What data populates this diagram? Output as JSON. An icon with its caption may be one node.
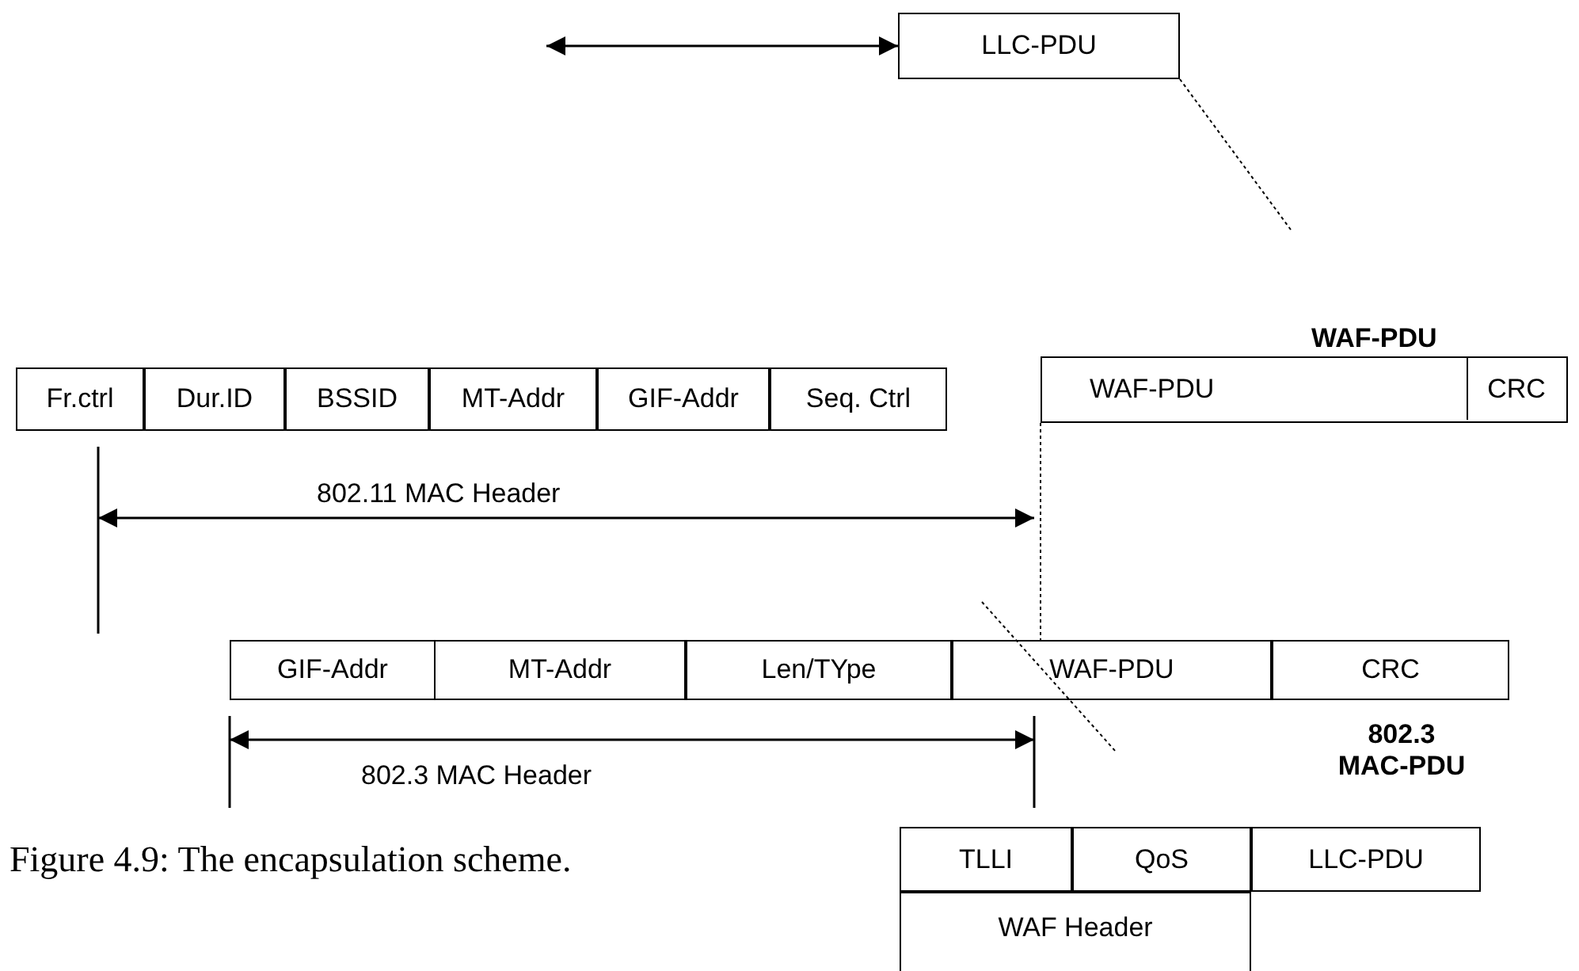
{
  "diagram": {
    "caption": "Figure 4.9: The encapsulation scheme.",
    "nodes": [
      {
        "text": [
          "Fr.ctrl"
        ]
      },
      {
        "text": [
          "Dur.ID"
        ]
      },
      {
        "text": [
          "BSSID"
        ]
      },
      {
        "text": [
          "MT-Addr"
        ]
      },
      {
        "text": [
          "GIF-Addr"
        ]
      },
      {
        "text": [
          "Seq. Ctrl"
        ]
      },
      {
        "text": [
          "LLC-PDU"
        ]
      },
      {
        "text": [
          "WAF-PDU"
        ]
      },
      {
        "text": [
          "WAF-PDU"
        ],
        "in": 7
      },
      {
        "text": [
          "CRC"
        ],
        "in": 7
      },
      {
        "text": [
          "GIF-Addr"
        ]
      },
      {
        "text": [
          "MT-Addr"
        ]
      },
      {
        "text": [
          "Len/TYpe"
        ]
      },
      {
        "text": [
          "WAF-PDU"
        ]
      },
      {
        "text": [
          "CRC"
        ]
      },
      {
        "text": [
          "TLLI"
        ]
      },
      {
        "text": [
          "QoS"
        ]
      },
      {
        "text": [
          "LLC-PDU"
        ]
      },
      {
        "text": [
          "WAF Header"
        ]
      }
    ],
    "edges": [
      {
        "from": null,
        "to": 6,
        "arrow": "both"
      },
      {
        "from": 6,
        "to": null,
        "arrow": "none",
        "style": "dashed"
      },
      {
        "from": 7,
        "to": 13,
        "arrow": "none",
        "style": "dashed"
      }
    ],
    "labels": [
      "802.11 MAC Header",
      "802.3 MAC Header",
      "802.3 MAC-PDU"
    ]
  }
}
